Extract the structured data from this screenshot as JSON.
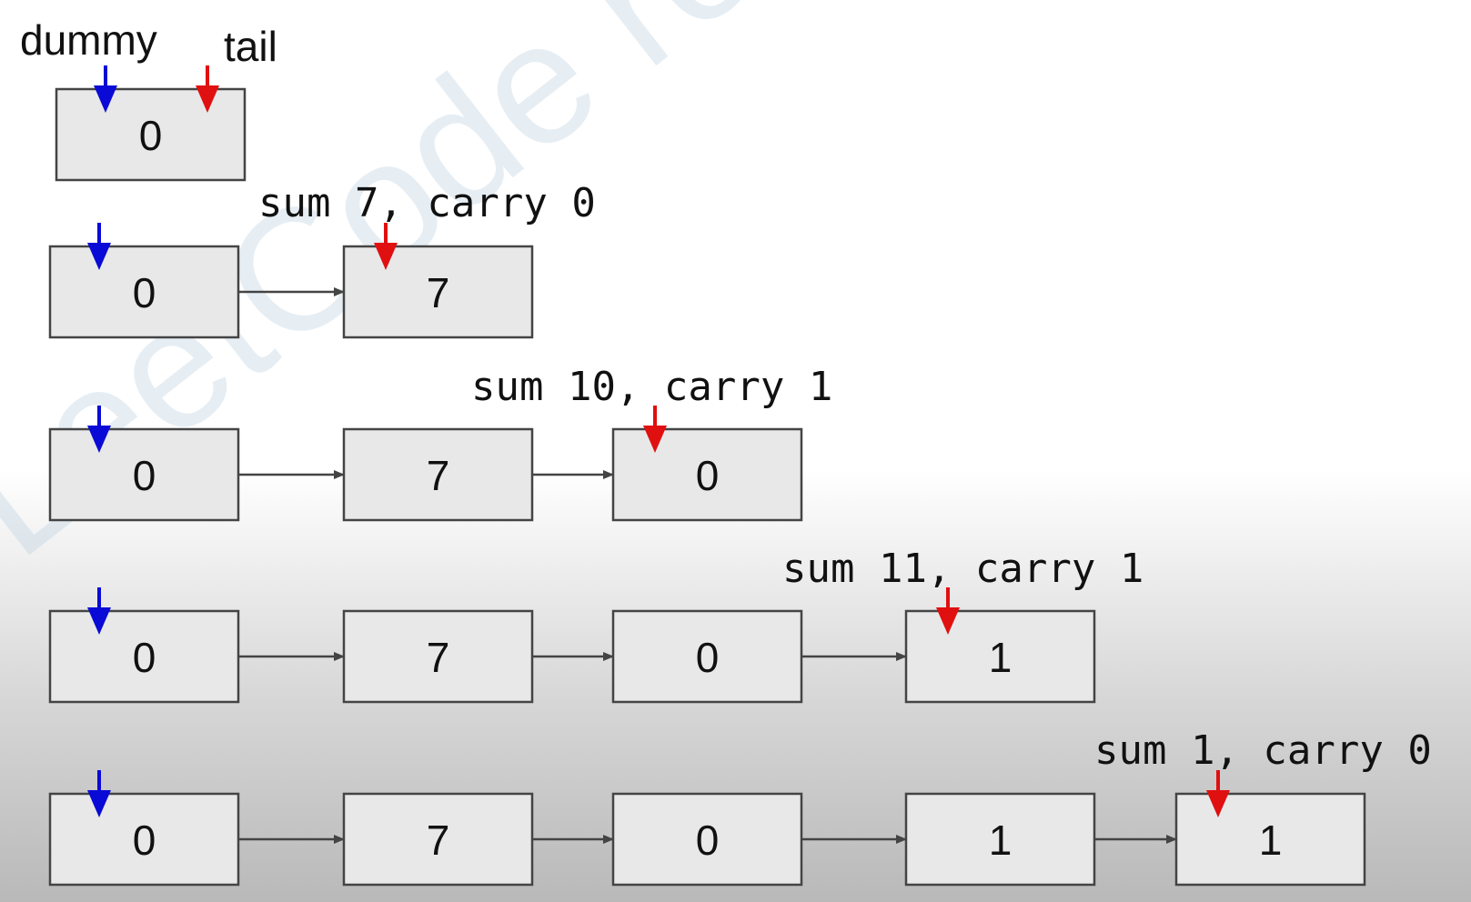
{
  "watermark": "LeetCode road.com/blog",
  "labels": {
    "dummy": "dummy",
    "tail": "tail"
  },
  "colors": {
    "dummy_pointer": "#0a0ad6",
    "tail_pointer": "#e01010",
    "node_fill": "#e8e8e8",
    "node_stroke": "#444444",
    "link": "#444444"
  },
  "rows": [
    {
      "nodes": [
        "0"
      ],
      "status": ""
    },
    {
      "nodes": [
        "0",
        "7"
      ],
      "status": "sum 7, carry 0"
    },
    {
      "nodes": [
        "0",
        "7",
        "0"
      ],
      "status": "sum 10, carry 1"
    },
    {
      "nodes": [
        "0",
        "7",
        "0",
        "1"
      ],
      "status": "sum 11, carry 1"
    },
    {
      "nodes": [
        "0",
        "7",
        "0",
        "1",
        "1"
      ],
      "status": "sum 1, carry 0"
    }
  ]
}
